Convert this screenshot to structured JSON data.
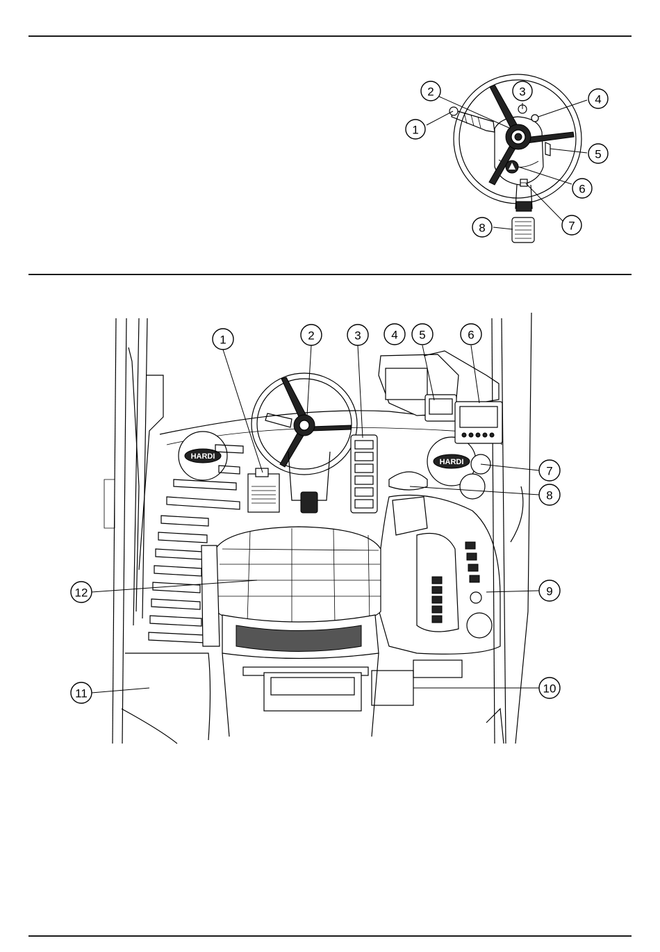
{
  "figure_top": {
    "callouts": [
      {
        "label": "1"
      },
      {
        "label": "2"
      },
      {
        "label": "3"
      },
      {
        "label": "4"
      },
      {
        "label": "5"
      },
      {
        "label": "6"
      },
      {
        "label": "7"
      },
      {
        "label": "8"
      }
    ]
  },
  "figure_bottom": {
    "brand_logo": "HARDI",
    "callouts": [
      {
        "label": "1"
      },
      {
        "label": "2"
      },
      {
        "label": "3"
      },
      {
        "label": "4"
      },
      {
        "label": "5"
      },
      {
        "label": "6"
      },
      {
        "label": "7"
      },
      {
        "label": "8"
      },
      {
        "label": "9"
      },
      {
        "label": "10"
      },
      {
        "label": "11"
      },
      {
        "label": "12"
      }
    ]
  }
}
